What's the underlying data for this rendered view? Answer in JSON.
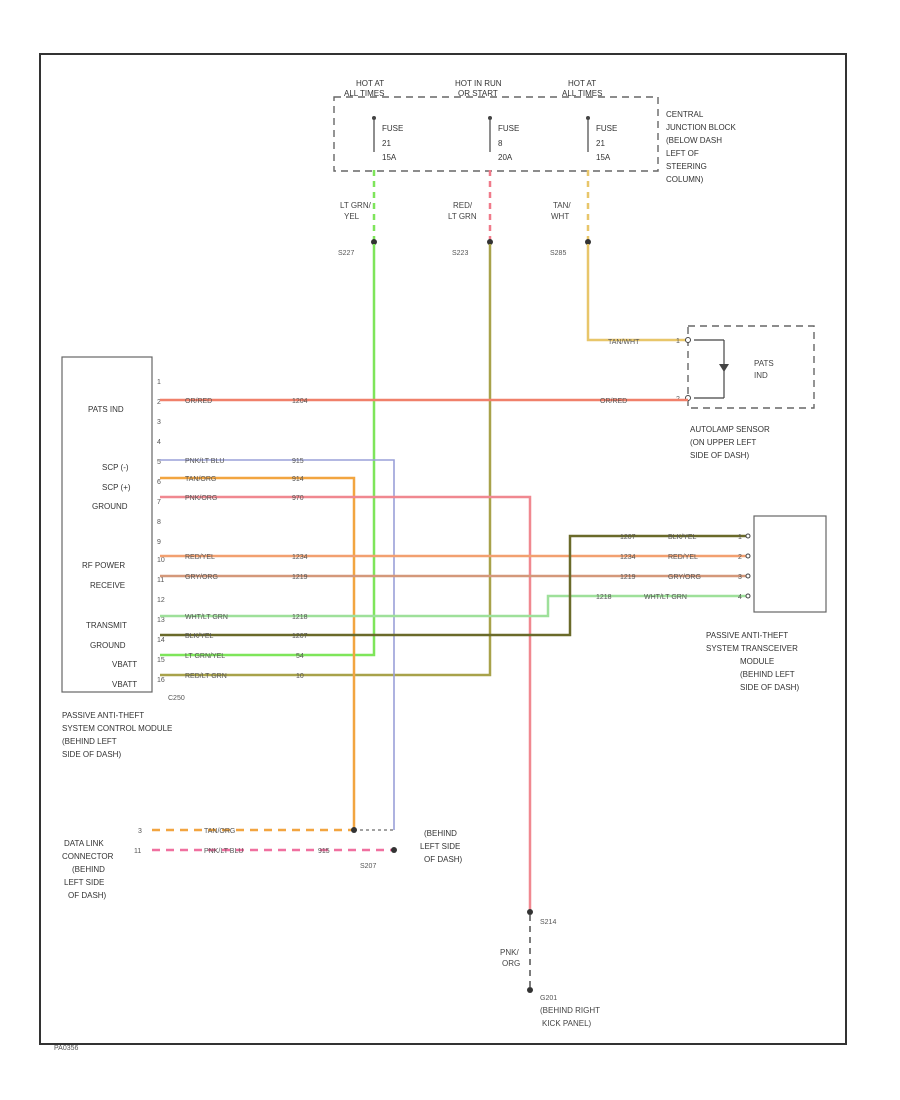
{
  "diagram_id": "PA0356",
  "junction": {
    "feeds": [
      {
        "line1": "HOT AT",
        "line2": "ALL TIMES",
        "fuse": "FUSE",
        "num": "21",
        "amp": "15A"
      },
      {
        "line1": "HOT IN RUN",
        "line2": "OR START",
        "fuse": "FUSE",
        "num": "8",
        "amp": "20A"
      },
      {
        "line1": "HOT AT",
        "line2": "ALL TIMES",
        "fuse": "FUSE",
        "num": "21",
        "amp": "15A"
      }
    ],
    "label": [
      "CENTRAL",
      "JUNCTION BLOCK",
      "(BELOW DASH",
      "LEFT OF",
      "STEERING",
      "COLUMN)"
    ]
  },
  "feed_wires": [
    {
      "color_line1": "LT GRN/",
      "color_line2": "YEL",
      "splice": "S227"
    },
    {
      "color_line1": "RED/",
      "color_line2": "LT GRN",
      "splice": "S223"
    },
    {
      "color_line1": "TAN/",
      "color_line2": "WHT",
      "splice": "S285"
    }
  ],
  "control_module": {
    "pin_labels": [
      "PATS IND",
      "SCP (-)",
      "SCP (+)",
      "GROUND",
      "RF POWER",
      "RECEIVE",
      "TRANSMIT",
      "GROUND",
      "VBATT",
      "VBATT"
    ],
    "connector": "C250",
    "label": [
      "PASSIVE ANTI-THEFT",
      "SYSTEM CONTROL MODULE",
      "(BEHIND LEFT",
      "SIDE OF DASH)"
    ],
    "pins": [
      "1",
      "2",
      "3",
      "4",
      "5",
      "6",
      "7",
      "8",
      "9",
      "10",
      "11",
      "12",
      "13",
      "14",
      "15",
      "16"
    ]
  },
  "circuits": [
    {
      "color": "OR/RED",
      "code": "1204",
      "far_color": "OR/RED"
    },
    {
      "color": "PNK/LT BLU",
      "code": "915"
    },
    {
      "color": "TAN/ORG",
      "code": "914"
    },
    {
      "color": "PNK/ORG",
      "code": "970"
    },
    {
      "color": "RED/YEL",
      "code": "1234",
      "far_color": "RED/YEL"
    },
    {
      "color": "GRY/ORG",
      "code": "1219",
      "far_color": "GRY/ORG"
    },
    {
      "color": "WHT/LT GRN",
      "code": "1218",
      "far_color": "WHT/LT GRN"
    },
    {
      "color": "BLK/YEL",
      "code": "1207",
      "far_color": "BLK/YEL"
    },
    {
      "color": "LT GRN/YEL",
      "code": "54"
    },
    {
      "color": "RED/LT GRN",
      "code": "10"
    }
  ],
  "autolamp": {
    "wire_color": "TAN/WHT",
    "ind_line1": "PATS",
    "ind_line2": "IND",
    "pins": [
      "1",
      "2"
    ],
    "label": [
      "AUTOLAMP SENSOR",
      "(ON UPPER LEFT",
      "SIDE OF DASH)"
    ]
  },
  "transceiver": {
    "pins": [
      "1",
      "2",
      "3",
      "4"
    ],
    "label": [
      "PASSIVE ANTI-THEFT",
      "SYSTEM TRANSCEIVER",
      "MODULE",
      "(BEHIND LEFT",
      "SIDE OF DASH)"
    ]
  },
  "data_link": {
    "pins": [
      "3",
      "11"
    ],
    "label": [
      "DATA LINK",
      "CONNECTOR",
      "(BEHIND",
      "LEFT SIDE",
      "OF DASH)"
    ],
    "wire1_color": "TAN/ORG",
    "wire2_color": "PNK/LT BLU",
    "wire2_code": "915",
    "splice": "S207",
    "splice_label": [
      "(BEHIND",
      "LEFT SIDE",
      "OF DASH)"
    ]
  },
  "ground_path": {
    "splice": "S214",
    "wire_line1": "PNK/",
    "wire_line2": "ORG",
    "ground": "G201",
    "ground_label": [
      "(BEHIND RIGHT",
      "KICK PANEL)"
    ]
  },
  "wire_colors": {
    "lt_grn_yel": "#7ee55a",
    "red_lt_grn": "#a8a24a",
    "tan_wht": "#e8c66a",
    "or_red": "#f0806a",
    "pnk_lt_blu": "#9aa0d8",
    "tan_org": "#f2a540",
    "pnk_org": "#f08890",
    "red_yel": "#f2a070",
    "gry_org": "#d4987a",
    "wht_lt_grn": "#9ee09a",
    "blk_yel": "#6a6a2a",
    "pnk_red_dash": "#f070a0"
  }
}
